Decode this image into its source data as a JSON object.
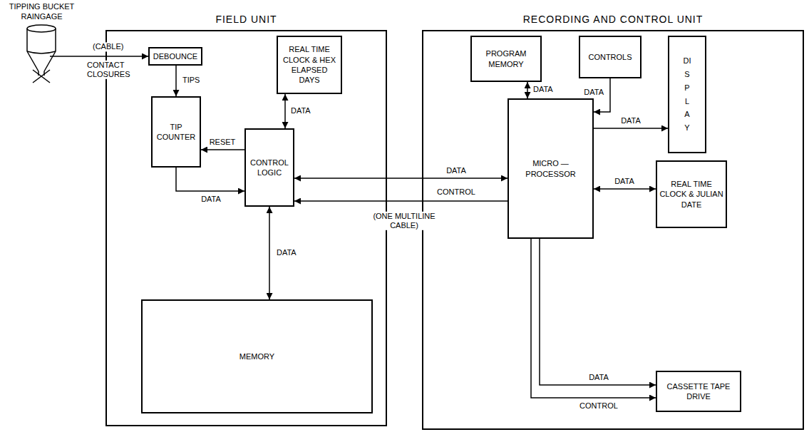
{
  "diagram": {
    "nodes": [
      {
        "text": [
          "TIPPING BUCKET RAINGAGE"
        ]
      },
      {
        "text": [
          "FIELD UNIT"
        ]
      },
      {
        "text": [
          "DEBOUNCE"
        ],
        "in": 1
      },
      {
        "text": [
          "REAL TIME CLOCK & HEX ELAPSED DAYS"
        ],
        "in": 1
      },
      {
        "text": [
          "TIP COUNTER"
        ],
        "in": 1
      },
      {
        "text": [
          "CONTROL LOGIC"
        ],
        "in": 1
      },
      {
        "text": [
          "MEMORY"
        ],
        "in": 1
      },
      {
        "text": [
          "RECORDING AND CONTROL UNIT"
        ]
      },
      {
        "text": [
          "PROGRAM MEMORY"
        ],
        "in": 7
      },
      {
        "text": [
          "CONTROLS"
        ],
        "in": 7
      },
      {
        "text": [
          "DISPLAY"
        ],
        "in": 7
      },
      {
        "text": [
          "MICRO — PROCESSOR"
        ],
        "in": 7
      },
      {
        "text": [
          "REAL TIME CLOCK & JULIAN DATE"
        ],
        "in": 7
      },
      {
        "text": [
          "CASSETTE TAPE DRIVE"
        ],
        "in": 7
      }
    ],
    "edges": [
      {
        "from": 0,
        "to": 2,
        "arrow": "to",
        "label": "(CABLE)"
      },
      {
        "from": 2,
        "to": 4,
        "arrow": "to",
        "label": "TIPS"
      },
      {
        "from": 3,
        "to": 5,
        "arrow": "both",
        "label": "DATA"
      },
      {
        "from": 5,
        "to": 4,
        "arrow": "to",
        "label": "RESET"
      },
      {
        "from": 4,
        "to": 5,
        "arrow": "to",
        "label": "DATA"
      },
      {
        "from": 5,
        "to": 6,
        "arrow": "both",
        "label": "DATA"
      },
      {
        "from": 5,
        "to": 11,
        "arrow": "both",
        "label": "DATA"
      },
      {
        "from": 11,
        "to": 5,
        "arrow": "to",
        "label": "CONTROL"
      },
      {
        "from": 8,
        "to": 11,
        "arrow": "both",
        "label": "DATA"
      },
      {
        "from": 9,
        "to": 11,
        "arrow": "to",
        "label": "DATA"
      },
      {
        "from": 11,
        "to": 10,
        "arrow": "to",
        "label": "DATA"
      },
      {
        "from": 11,
        "to": 12,
        "arrow": "both",
        "label": "DATA"
      },
      {
        "from": 11,
        "to": 13,
        "arrow": "to",
        "label": "DATA"
      },
      {
        "from": 11,
        "to": 13,
        "arrow": "to",
        "label": "CONTROL"
      }
    ],
    "labels": [
      "CONTACT CLOSURES",
      "(ONE MULTILINE CABLE)"
    ]
  }
}
